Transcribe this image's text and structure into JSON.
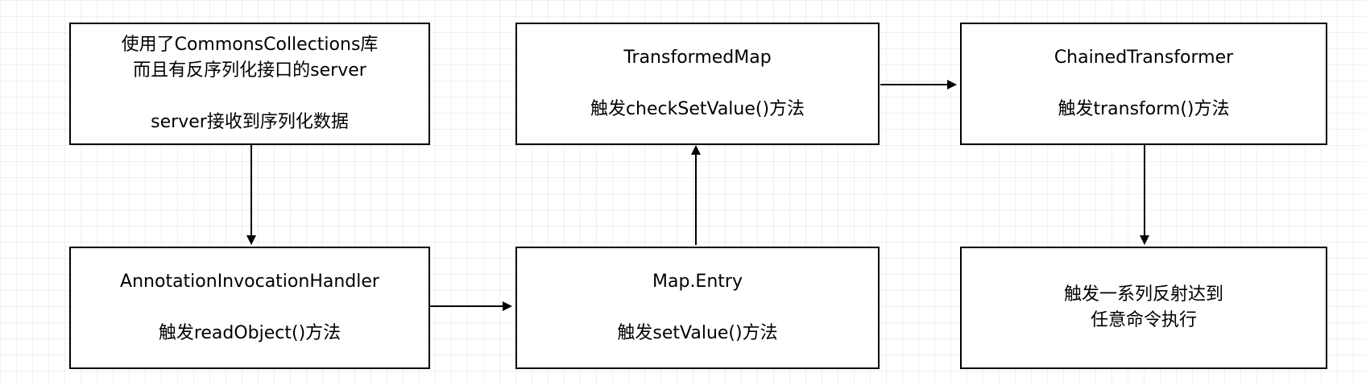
{
  "nodes": {
    "server": {
      "lines": [
        "使用了CommonsCollections库",
        "而且有反序列化接口的server",
        "server接收到序列化数据"
      ]
    },
    "transformed_map": {
      "lines": [
        "TransformedMap",
        "触发checkSetValue()方法"
      ]
    },
    "chained_transformer": {
      "lines": [
        "ChainedTransformer",
        "触发transform()方法"
      ]
    },
    "annotation_handler": {
      "lines": [
        "AnnotationInvocationHandler",
        "触发readObject()方法"
      ]
    },
    "map_entry": {
      "lines": [
        "Map.Entry",
        "触发setValue()方法"
      ]
    },
    "execution": {
      "lines": [
        "触发一系列反射达到",
        "任意命令执行"
      ]
    }
  },
  "edges": [
    {
      "from": "server",
      "to": "annotation_handler"
    },
    {
      "from": "annotation_handler",
      "to": "map_entry"
    },
    {
      "from": "map_entry",
      "to": "transformed_map"
    },
    {
      "from": "transformed_map",
      "to": "chained_transformer"
    },
    {
      "from": "chained_transformer",
      "to": "execution"
    }
  ],
  "colors": {
    "border": "#000000",
    "background": "#ffffff",
    "grid": "#e8e8e8"
  }
}
